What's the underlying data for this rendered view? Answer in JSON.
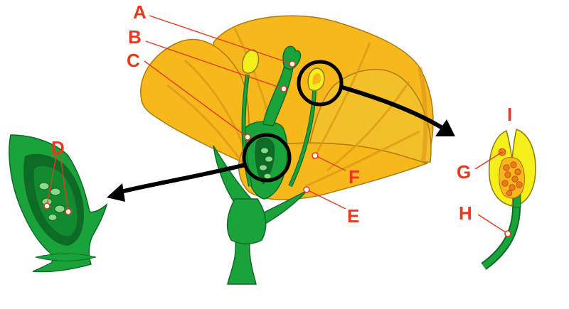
{
  "diagram": {
    "labels": {
      "A": "A",
      "B": "B",
      "C": "C",
      "D": "D",
      "E": "E",
      "F": "F",
      "G": "G",
      "H": "H",
      "I": "I"
    },
    "colors": {
      "label": "#e8391c",
      "petal": "#f6b81a",
      "petal_dark": "#d9951a",
      "green": "#1aa33a",
      "green_dark": "#0d6b26",
      "anther": "#f4ee1a",
      "pollen": "#f07a1a"
    }
  }
}
